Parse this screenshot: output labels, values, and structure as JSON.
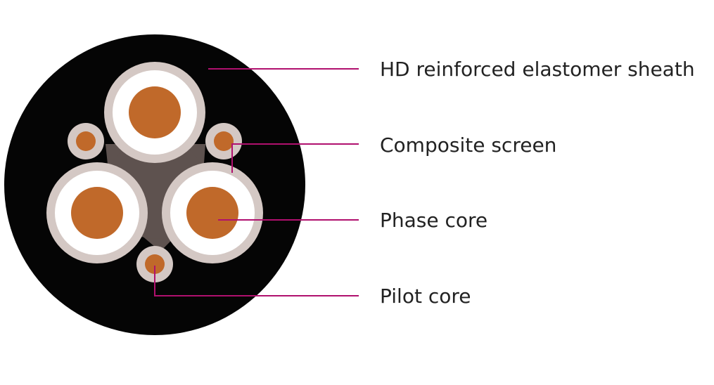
{
  "labels": {
    "sheath": "HD reinforced elastomer sheath",
    "screen": "Composite screen",
    "phase": "Phase core",
    "pilot": "Pilot core"
  },
  "colors": {
    "sheath": "#050505",
    "filler": "#5e524f",
    "screen": "#d4c8c4",
    "insulation": "#ffffff",
    "conductor": "#c0692a",
    "leader": "#b0106e",
    "text": "#222222",
    "background": "#ffffff"
  }
}
